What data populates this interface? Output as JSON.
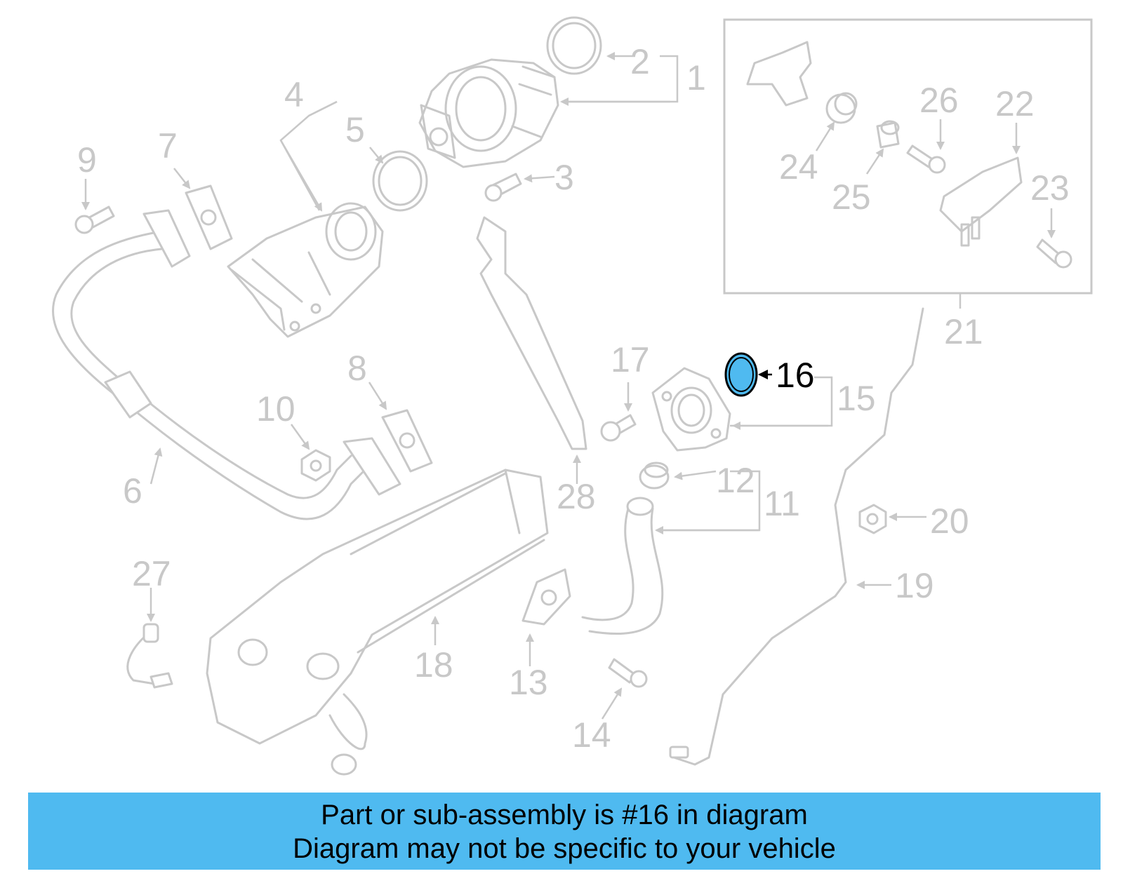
{
  "diagram": {
    "highlight_color": "#4fbaf0",
    "callouts": {
      "c1": "1",
      "c2": "2",
      "c3": "3",
      "c4": "4",
      "c5": "5",
      "c6": "6",
      "c7": "7",
      "c8": "8",
      "c9": "9",
      "c10": "10",
      "c11": "11",
      "c12": "12",
      "c13": "13",
      "c14": "14",
      "c15": "15",
      "c16": "16",
      "c17": "17",
      "c18": "18",
      "c19": "19",
      "c20": "20",
      "c21": "21",
      "c22": "22",
      "c23": "23",
      "c24": "24",
      "c25": "25",
      "c26": "26",
      "c27": "27",
      "c28": "28"
    },
    "highlighted_part": "16"
  },
  "banner": {
    "line1": "Part or sub-assembly is #16 in diagram",
    "line2": "Diagram may not be specific to your vehicle"
  }
}
